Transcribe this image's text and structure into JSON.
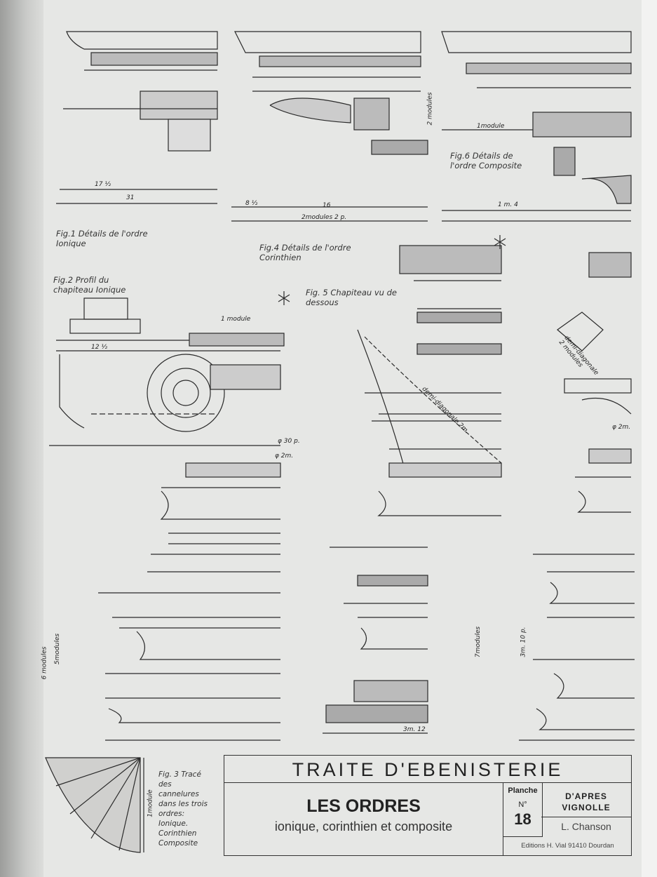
{
  "title_block": {
    "series": "TRAITE D'EBENISTERIE",
    "title": "LES ORDRES",
    "subtitle": "ionique, corinthien et composite",
    "planche_label": "Planche",
    "number_label": "N°",
    "number": "18",
    "apres": "D'APRES",
    "vignolle": "VIGNOLLE",
    "author": "L. Chanson",
    "publisher": "Editions H. Vial 91410 Dourdan"
  },
  "captions": {
    "fig1": "Fig.1 Détails de l'ordre Ionique",
    "fig2": "Fig.2 Profil du chapiteau Ionique",
    "fig3": "Fig. 3 Tracé des cannelures dans les trois ordres: Ionique. Corinthien Composite",
    "fig4": "Fig.4 Détails de l'ordre Corinthien",
    "fig5": "Fig. 5 Chapiteau vu de dessous",
    "fig6": "Fig.6 Détails de l'ordre Composite"
  },
  "dimensions": {
    "d31": "31",
    "d17": "17 ½",
    "two_modules": "2modules 2 p.",
    "one_module_a": "1module",
    "one_m4": "1 m. 4",
    "one_module_b": "1 module",
    "phi30": "φ 30 p.",
    "phi2m": "φ 2m.",
    "phi2m_b": "φ 2m.",
    "demi_diag": "demi-diagonale 2m.",
    "demi_diag_b": "demi-diagonale 2 modules",
    "six_modules": "6 modules",
    "five_modules": "5modules",
    "seven_modules": "7modules",
    "three_m10": "3m. 10 p.",
    "three_m12": "3m. 12",
    "one_module_c": "1module",
    "two_modules_v": "2 modules",
    "d12half": "12 ½",
    "d8half": "8 ½",
    "d16": "16"
  }
}
